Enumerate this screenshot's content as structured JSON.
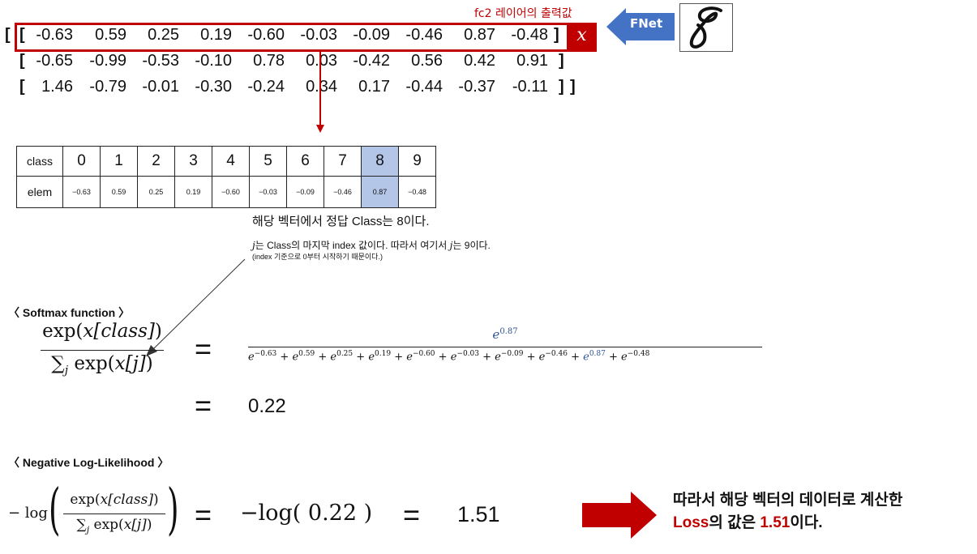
{
  "output_label": "fc2 레이어의 출력값",
  "x_symbol": "x",
  "fnet_label": "FNet",
  "matrix": {
    "open_outer": "[",
    "open_row": "[",
    "close_row": "]",
    "close_outer": "]",
    "rows": [
      [
        "-0.63",
        "0.59",
        "0.25",
        "0.19",
        "-0.60",
        "-0.03",
        "-0.09",
        "-0.46",
        "0.87",
        "-0.48"
      ],
      [
        "-0.65",
        "-0.99",
        "-0.53",
        "-0.10",
        "0.78",
        "0.03",
        "-0.42",
        "0.56",
        "0.42",
        "0.91"
      ],
      [
        "1.46",
        "-0.79",
        "-0.01",
        "-0.30",
        "-0.24",
        "0.34",
        "0.17",
        "-0.44",
        "-0.37",
        "-0.11"
      ]
    ]
  },
  "table": {
    "head_label": "class",
    "elem_label": "elem",
    "classes": [
      "0",
      "1",
      "2",
      "3",
      "4",
      "5",
      "6",
      "7",
      "8",
      "9"
    ],
    "elems": [
      "−0.63",
      "0.59",
      "0.25",
      "0.19",
      "−0.60",
      "−0.03",
      "−0.09",
      "−0.46",
      "0.87",
      "−0.48"
    ],
    "highlight_color": "#b4c6e7"
  },
  "notes": {
    "answer": "해당 벡터에서 정답 Class는 8이다.",
    "j_symbol": "j",
    "j_note_1": "는 Class의 마지막 index 값이다. 따라서 여기서 ",
    "j_note_2": "는 9이다.",
    "index_note": "(index 기준으로 0부터 시작하기 때문이다.)"
  },
  "softmax": {
    "heading": "〈 Softmax function 〉",
    "num": "exp(",
    "num_var": "x[class]",
    "num_close": ")",
    "den_sum": "∑",
    "den_sub": "j",
    "den_exp": "exp(",
    "den_var": "x[j]",
    "den_close": ")",
    "equals": "=",
    "numerator_base": "e",
    "numerator_exp": "0.87",
    "terms": [
      "−0.63",
      "0.59",
      "0.25",
      "0.19",
      "−0.60",
      "−0.03",
      "−0.09",
      "−0.46",
      "0.87",
      "−0.48"
    ],
    "result": "0.22"
  },
  "nll": {
    "heading": "〈 Negative Log-Likelihood 〉",
    "neg_log": "− log",
    "equals": "=",
    "middle": "−log( 0.22 )",
    "result": "1.51"
  },
  "conclusion": {
    "line1": "따라서 해당 벡터의 데이터로 계산한",
    "loss": "Loss",
    "mid": "의 값은 ",
    "value": "1.51",
    "end": "이다."
  },
  "colors": {
    "accent_red": "#c00000",
    "arrow_blue": "#4472c4",
    "highlight": "#b4c6e7",
    "exp_blue": "#2f5597"
  },
  "icons": [
    "fnet-arrow-icon",
    "handwritten-digit-8-icon",
    "big-right-arrow-icon"
  ]
}
